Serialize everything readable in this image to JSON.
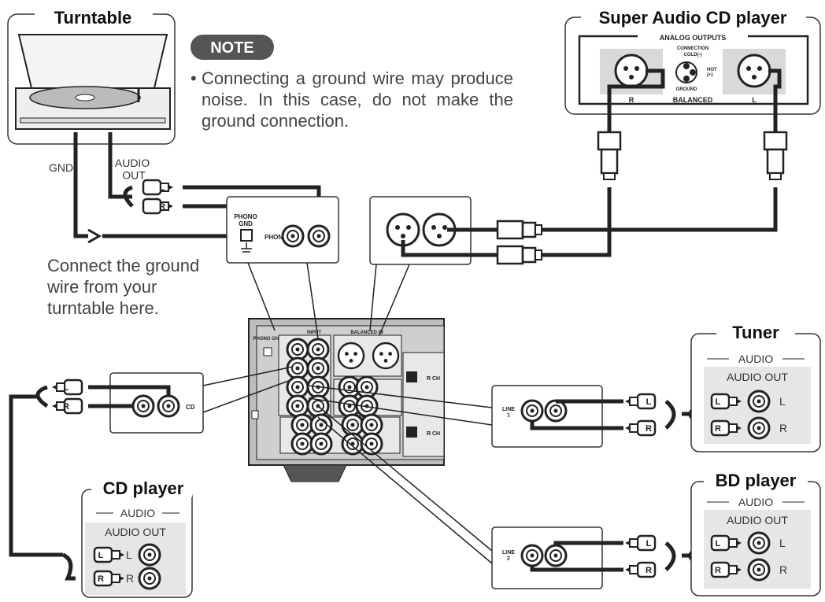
{
  "devices": {
    "turntable": {
      "title": "Turntable",
      "gnd_label": "GND",
      "audio_out_label": "AUDIO\nOUT"
    },
    "sacd": {
      "title": "Super Audio CD player",
      "analog_outputs": "ANALOG OUTPUTS",
      "balanced": "BALANCED",
      "r": "R",
      "l": "L",
      "pin_connection": "CONNECTION",
      "pin_cold": "COLD(-)",
      "pin_hot": "HOT\n(+)",
      "pin_ground": "GROUND"
    },
    "tuner": {
      "title": "Tuner",
      "audio": "AUDIO",
      "audio_out": "AUDIO OUT",
      "l": "L",
      "r": "R"
    },
    "cd_player": {
      "title": "CD player",
      "audio": "AUDIO",
      "audio_out": "AUDIO OUT",
      "l": "L",
      "r": "R"
    },
    "bd_player": {
      "title": "BD player",
      "audio": "AUDIO",
      "audio_out": "AUDIO OUT",
      "l": "L",
      "r": "R"
    }
  },
  "note": {
    "badge": "NOTE",
    "bullet": "•",
    "text": "Connecting a ground wire may produce noise. In this case, do not make the ground connection."
  },
  "ground_instruction": "Connect the ground wire from your turntable here.",
  "panel_labels": {
    "phono_gnd": "PHONO\nGND",
    "phono": "PHONO",
    "cd": "CD",
    "line1": "LINE\n1",
    "line2": "LINE\n2",
    "balanced_in": "BALANCED IN",
    "input": "INPUT",
    "r_ch": "R CH",
    "plug_l": "L",
    "plug_r": "R"
  },
  "colors": {
    "line": "#222222",
    "panel": "#d9d9d9",
    "box_stroke": "#333333",
    "note_badge": "#555555",
    "text": "#444444"
  }
}
